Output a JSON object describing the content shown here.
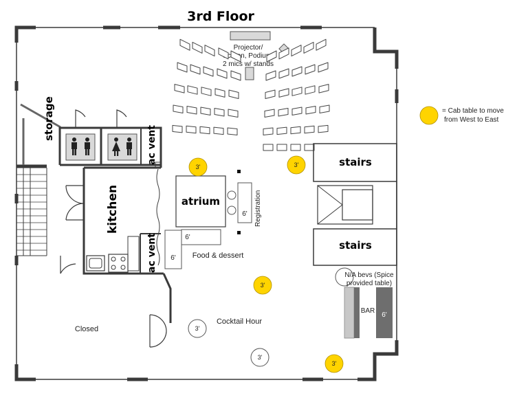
{
  "title": "3rd Floor",
  "legend": {
    "text_line1": "= Cab table to move",
    "text_line2": "from West to East",
    "marker_color": "#ffd400"
  },
  "stage": {
    "line1": "Projector/",
    "line2": "Screen, Podium,",
    "line3": "2 mics w/ stands"
  },
  "rooms": {
    "storage": "storage",
    "ac_vent_top": "ac vent",
    "ac_vent_bottom": "ac vent",
    "kitchen": "kitchen",
    "atrium": "atrium",
    "stairs_top": "stairs",
    "stairs_bottom": "stairs",
    "registration": "Registration",
    "food": "Food & dessert",
    "cocktail": "Cocktail Hour",
    "closed": "Closed",
    "bar": "BAR",
    "bevs_line1": "N/A bevs (Spice",
    "bevs_line2": "provided table)"
  },
  "tables": {
    "reg_table": "6'",
    "food_table_h": "6'",
    "food_table_v": "6'",
    "bar_table": "6'",
    "cab_1": "3'",
    "cab_2": "3'",
    "cab_3": "3'",
    "cab_4": "3'",
    "cocktail_1": "3'",
    "cocktail_2": "3'"
  },
  "colors": {
    "wall": "#3a3a3a",
    "cab_yellow": "#ffd400",
    "restroom_fill": "#d9d9d9",
    "bar_dark": "#6e6e6e",
    "bar_light": "#c8c8c8"
  }
}
